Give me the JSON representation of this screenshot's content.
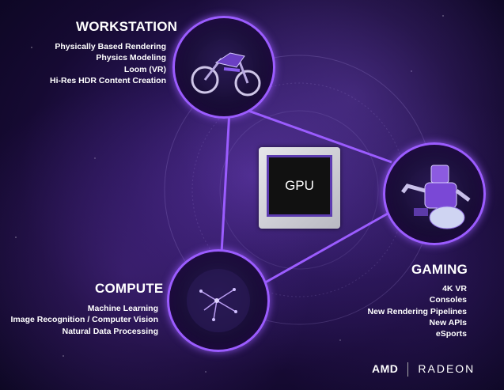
{
  "center": {
    "label": "GPU"
  },
  "workstation": {
    "heading": "WORKSTATION",
    "items": [
      "Physically Based Rendering",
      "Physics Modeling",
      "Loom (VR)",
      "Hi-Res HDR Content Creation"
    ],
    "image_icon": "motorcycle-render-icon"
  },
  "gaming": {
    "heading": "GAMING",
    "items": [
      "4K VR",
      "Consoles",
      "New Rendering Pipelines",
      "New APIs",
      "eSports"
    ],
    "image_icon": "robot-render-icon"
  },
  "compute": {
    "heading": "COMPUTE",
    "items": [
      "Machine Learning",
      "Image Recognition / Computer Vision",
      "Natural Data Processing"
    ],
    "image_icon": "neural-network-sphere-icon"
  },
  "brand": {
    "amd": "AMD",
    "radeon": "RADEON"
  },
  "colors": {
    "accent": "#9b5cff",
    "background": "#1a0d3d",
    "text": "#ffffff"
  }
}
